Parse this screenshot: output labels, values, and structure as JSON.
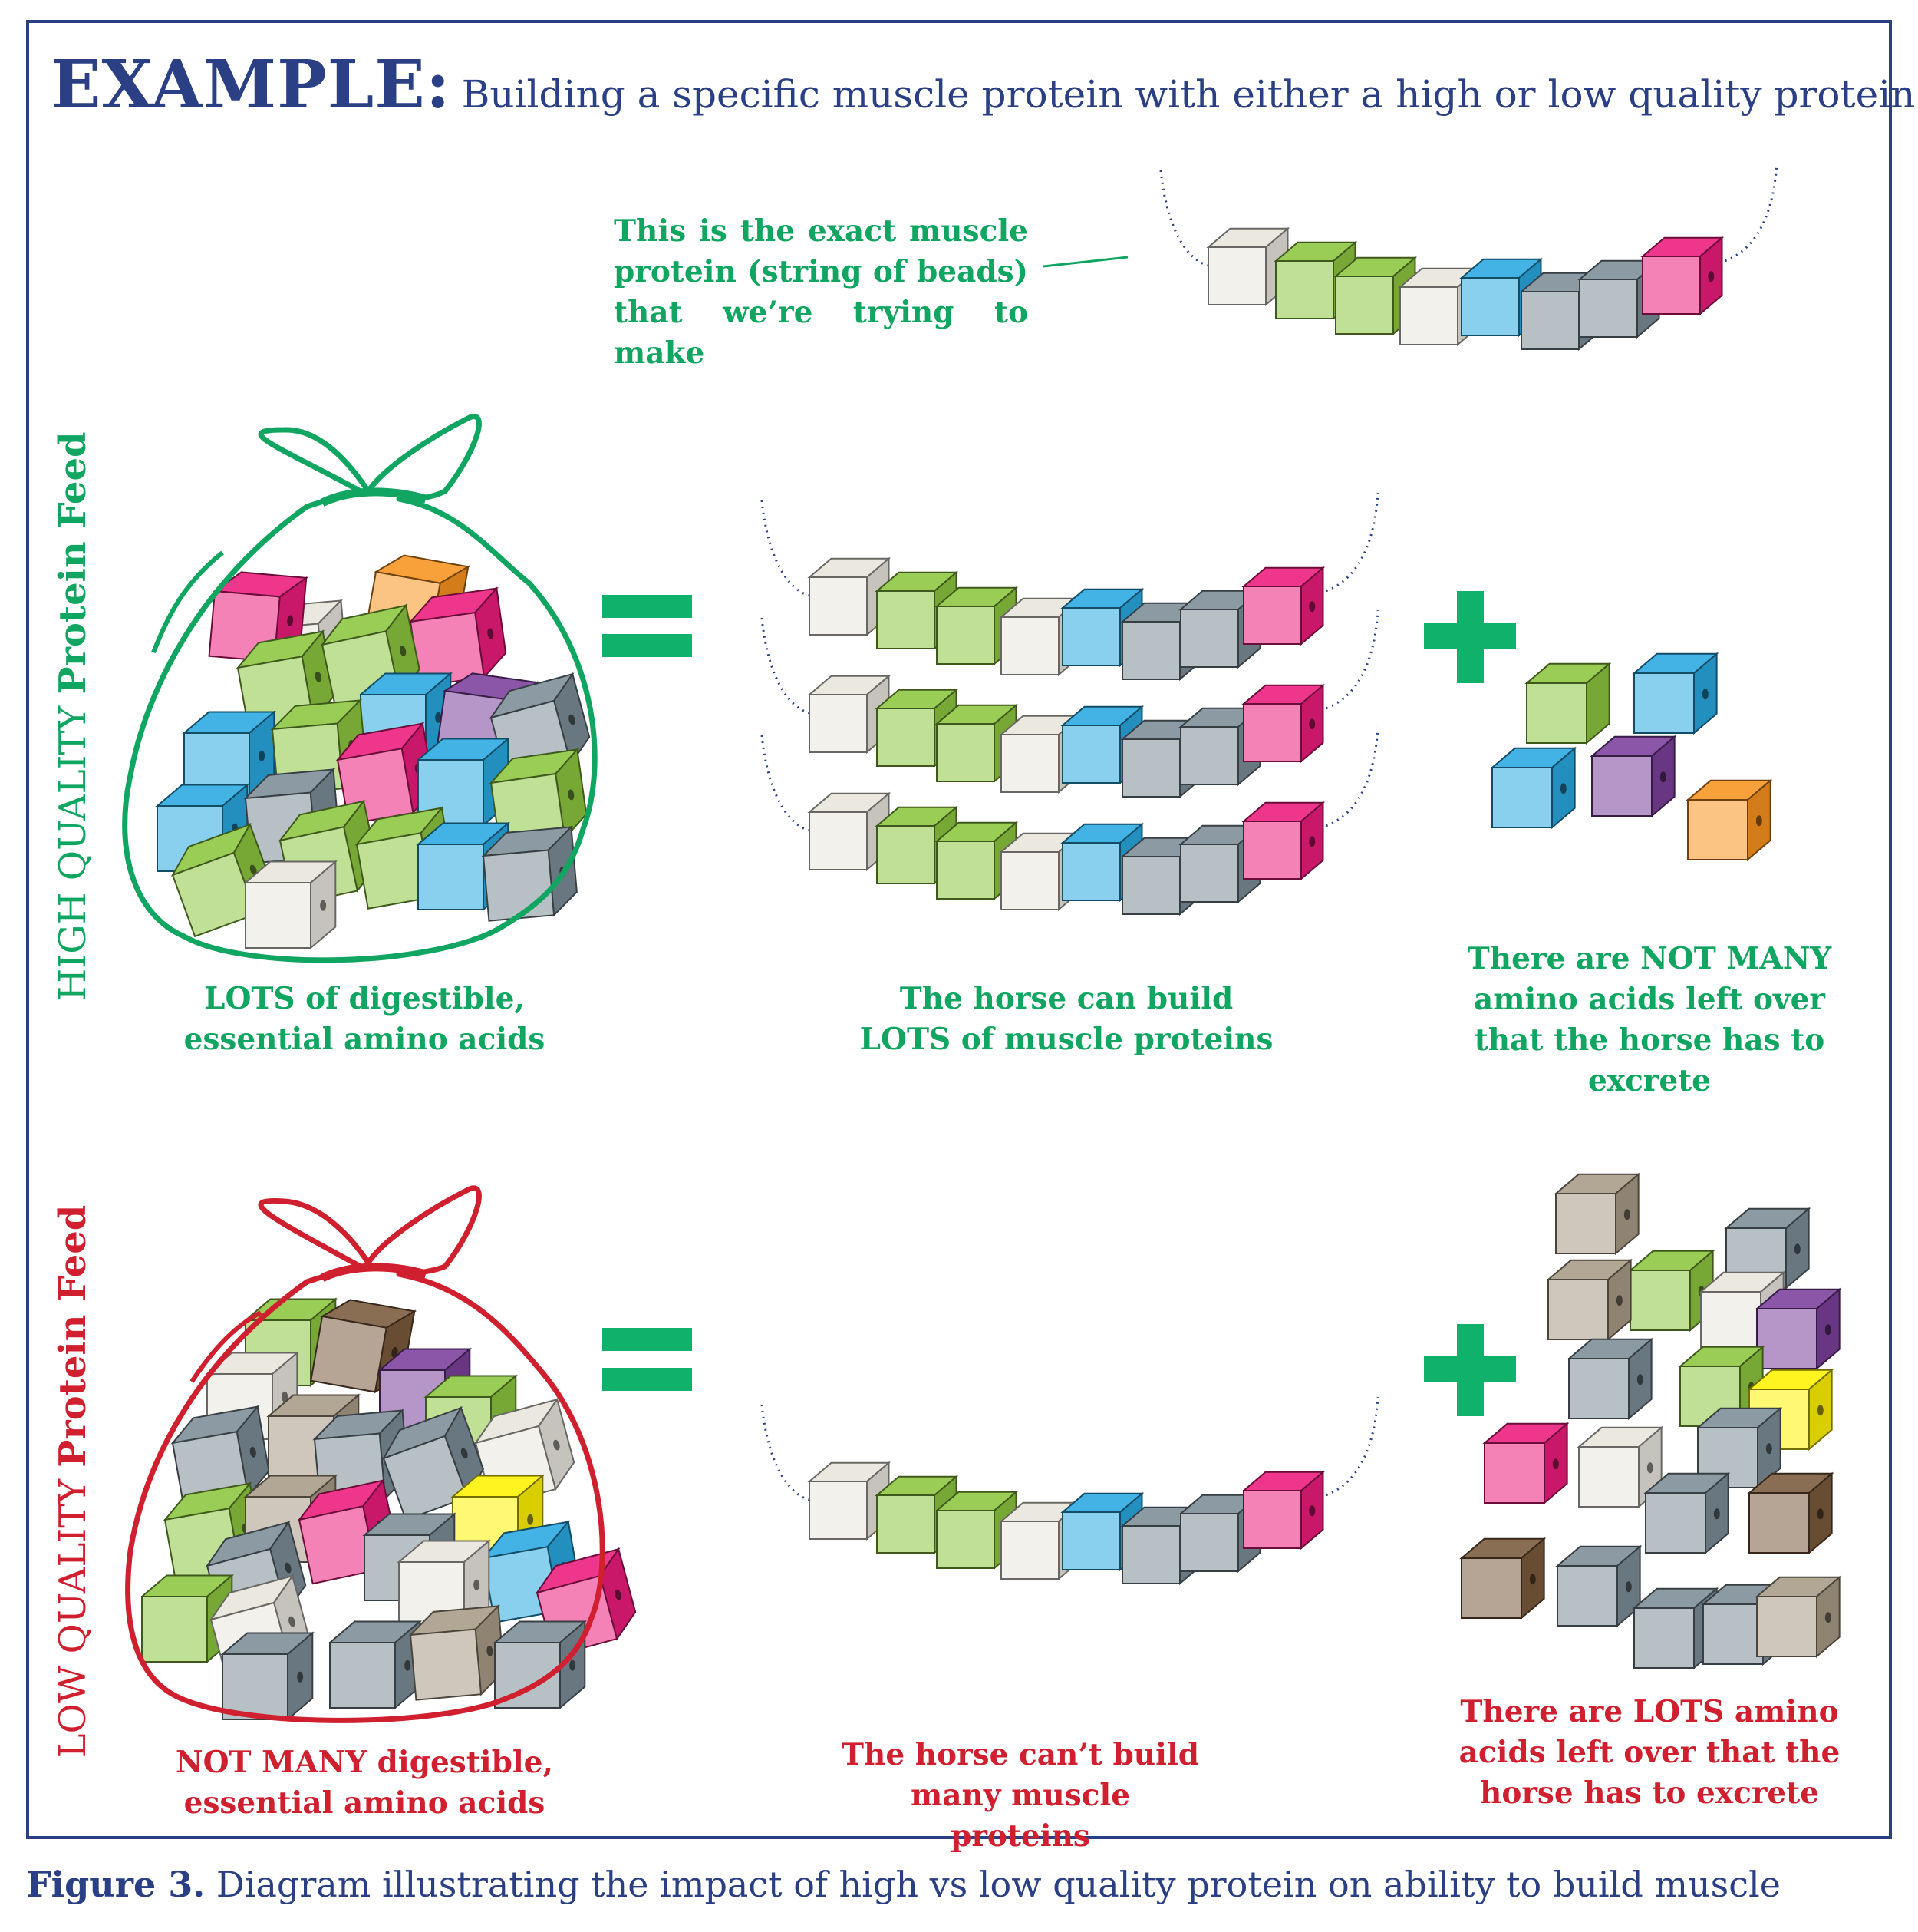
{
  "header": {
    "title_bold": "EXAMPLE:",
    "title_rest": "Building a specific muscle protein with either a high or low quality protein."
  },
  "target": {
    "note": "This is the exact muscle protein (string of beads) that we’re trying to make"
  },
  "high": {
    "side_label_prefix": "HIGH QUALITY",
    "side_label_bold": "Protein Feed",
    "bag_caption": "LOTS of digestible, essential amino acids",
    "build_caption": "The horse can build LOTS of muscle proteins",
    "leftover_caption": "There are NOT MANY amino acids left over that the horse has to excrete"
  },
  "low": {
    "side_label_prefix": "LOW QUALITY",
    "side_label_bold": "Protein Feed",
    "bag_caption": "NOT MANY digestible, essential amino acids",
    "build_caption": "The horse can’t build many muscle proteins",
    "leftover_caption": "There are LOTS amino acids left over that the horse has to excrete"
  },
  "figure": {
    "label": "Figure 3.",
    "caption": "Diagram illustrating the impact of high vs low quality protein on ability to build muscle"
  },
  "colors": {
    "navy": "#2b3f85",
    "green": "#10a561",
    "red": "#d0202f",
    "bead_white": "#e8e5dc",
    "bead_green": "#8cc63f",
    "bead_blue": "#29a8e0",
    "bead_grey": "#7b8c96",
    "bead_pink": "#ec1c7c",
    "bead_orange": "#f7931e",
    "bead_purple": "#7b3f9b",
    "bead_yellow": "#fff200",
    "bead_brown": "#7a5a3c",
    "bead_taupe": "#a89a85"
  },
  "icons": {
    "equals": "equals-icon",
    "plus": "plus-icon",
    "bag": "sack-icon",
    "bead": "amino-acid-cube-icon"
  }
}
